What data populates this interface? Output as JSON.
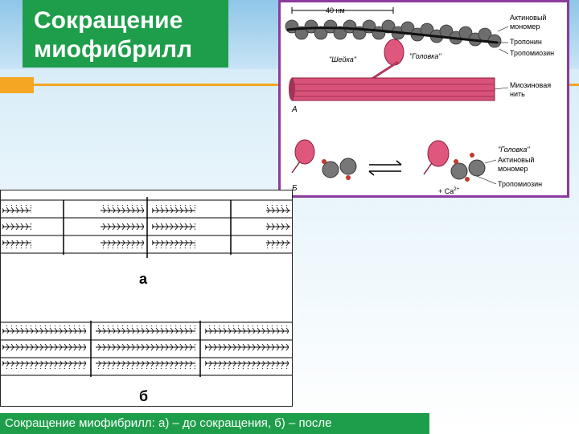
{
  "title": {
    "line1": "Сокращение",
    "line2": "миофибрилл"
  },
  "diagram_top": {
    "scale_label": "40 нм",
    "label_actin": "Актиновый",
    "label_monomer": "мономер",
    "label_troponin": "Тропонин",
    "label_tropomyosin": "Тропомиозин",
    "label_myosin": "Миозиновая",
    "label_filament": "нить",
    "label_neck": "\"Шейка\"",
    "label_head": "\"Головка\"",
    "label_a": "А",
    "label_b": "Б",
    "label_head2": "\"Головка\"",
    "label_actin2": "Актиновый",
    "label_monomer2": "мономер",
    "label_ca": "+ Ca",
    "label_ca_sup": "2+",
    "label_tropomyosin2": "Тропомиозин"
  },
  "diagram_bottom": {
    "label_a": "а",
    "label_b": "б"
  },
  "caption": "Сокращение миофибрилл: а) – до сокращения, б) – после"
}
